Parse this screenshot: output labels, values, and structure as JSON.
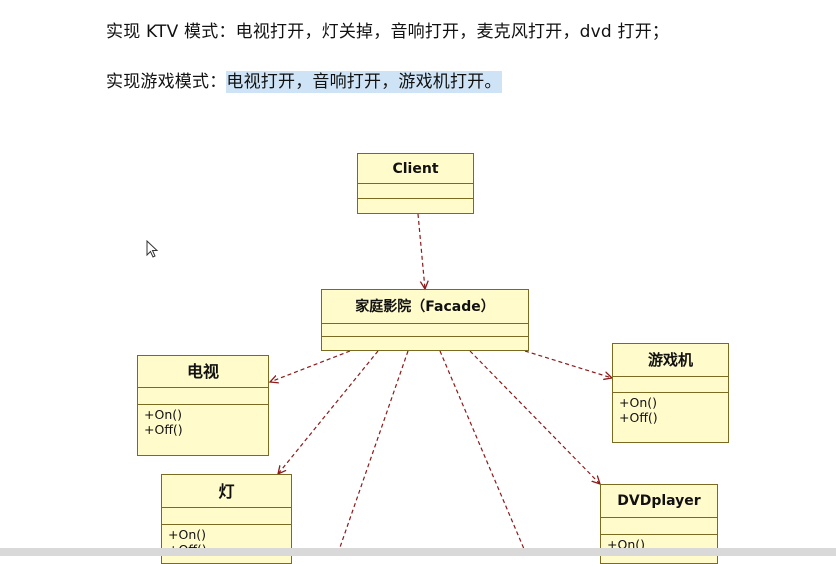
{
  "text": {
    "line1": "实现 KTV 模式：电视打开，灯关掉，音响打开，麦克风打开，dvd 打开；",
    "line2_prefix": "实现游戏模式：",
    "line2_highlight": "电视打开，音响打开，游戏机打开。"
  },
  "diagram": {
    "client": {
      "name": "Client"
    },
    "facade": {
      "name": "家庭影院（Facade）"
    },
    "tv": {
      "name": "电视",
      "ops": [
        "+On()",
        "+Off()"
      ]
    },
    "light": {
      "name": "灯",
      "ops": [
        "+On()",
        "+Off()"
      ]
    },
    "game": {
      "name": "游戏机",
      "ops": [
        "+On()",
        "+Off()"
      ]
    },
    "dvd": {
      "name": "DVDplayer",
      "ops": [
        "+On()"
      ]
    }
  },
  "colors": {
    "class_fill": "#fffbcb",
    "class_border": "#7a6a22",
    "arrow": "#8b1a1a",
    "highlight": "#cfe3f6"
  }
}
